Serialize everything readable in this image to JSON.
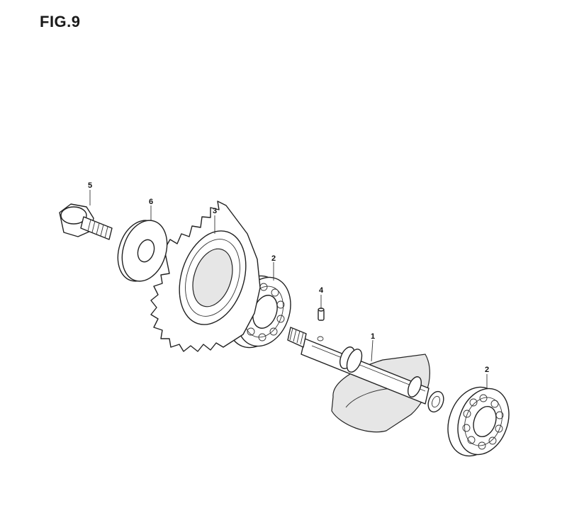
{
  "figure": {
    "title": "FIG.9"
  },
  "parts": [
    {
      "id": "crankshaft",
      "callout": "1"
    },
    {
      "id": "bearing-left",
      "callout": "2"
    },
    {
      "id": "bearing-right",
      "callout": "2"
    },
    {
      "id": "gear",
      "callout": "3"
    },
    {
      "id": "pin",
      "callout": "4"
    },
    {
      "id": "bolt",
      "callout": "5"
    },
    {
      "id": "washer",
      "callout": "6"
    }
  ]
}
